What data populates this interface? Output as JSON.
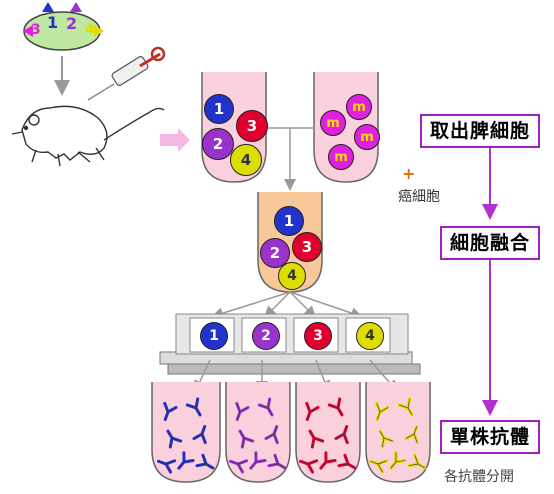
{
  "steps": {
    "step1": "取出脾細胞",
    "step2": "細胞融合",
    "step3": "單株抗體"
  },
  "labels": {
    "plus": "+",
    "cancer": "癌細胞",
    "separate": "各抗體分開"
  },
  "antigen": [
    "3",
    "1",
    "2",
    "4"
  ],
  "spleen_cells": [
    "1",
    "2",
    "3",
    "4"
  ],
  "myeloma_label": "m",
  "hybridoma": [
    "1",
    "2",
    "3",
    "4"
  ],
  "wells": [
    "1",
    "2",
    "3",
    "4"
  ],
  "colors": {
    "c1": "#2233cc",
    "c2": "#9933cc",
    "c3": "#e00030",
    "c4": "#dddd00",
    "m": "#e020e0",
    "step_border": "#a020c0",
    "arrow_purple": "#b030d0",
    "orange": "#e07000"
  }
}
